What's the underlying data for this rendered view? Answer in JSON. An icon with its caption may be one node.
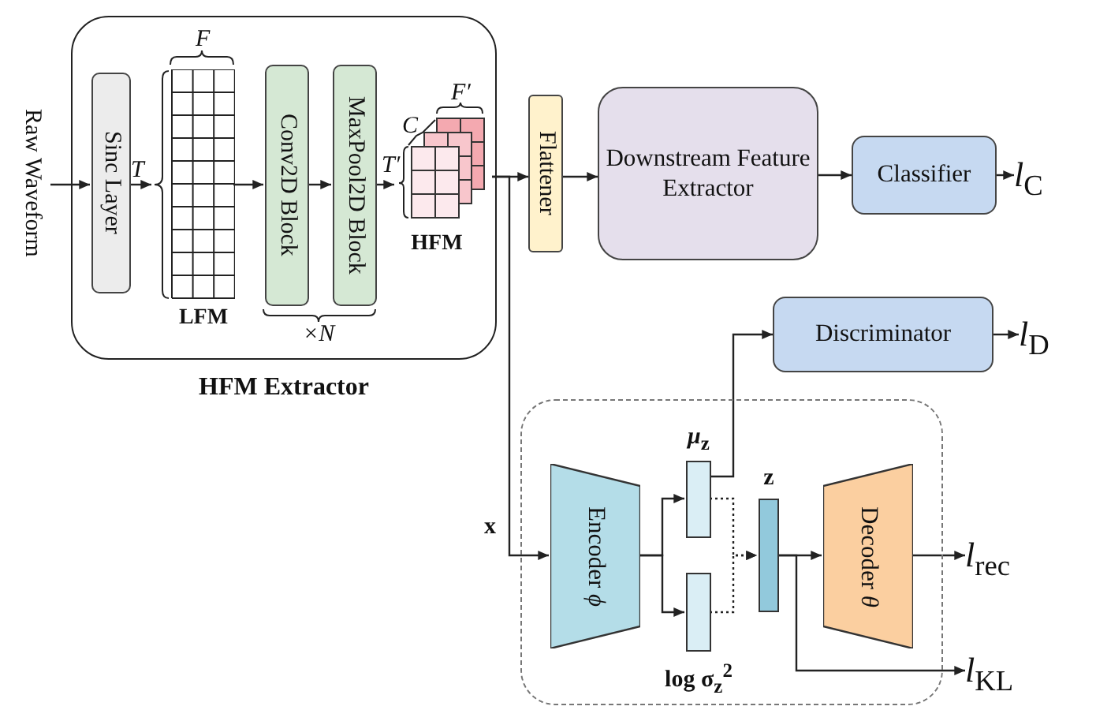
{
  "diagram": {
    "nodes": [
      {
        "text": [
          "HFM Extractor"
        ]
      },
      {
        "text": [
          "Raw Waveform"
        ]
      },
      {
        "text": [
          "Sinc Layer"
        ],
        "in": 0
      },
      {
        "text": [
          "LFM"
        ],
        "in": 0
      },
      {
        "text": [
          "Conv2D Block"
        ],
        "in": 0
      },
      {
        "text": [
          "MaxPool2D Block"
        ],
        "in": 0
      },
      {
        "text": [
          "HFM"
        ],
        "in": 0
      },
      {
        "text": [
          "Flattener"
        ]
      },
      {
        "text": [
          "Downstream Feature Extractor"
        ]
      },
      {
        "text": [
          "Classifier"
        ]
      },
      {
        "text": [
          "*l*$_{C}$"
        ]
      },
      {
        "text": [
          "Discriminator"
        ]
      },
      {
        "text": [
          "*l*$_{D}$"
        ]
      },
      {
        "text": [],
        "shape": "box"
      },
      {
        "text": [
          "Encoder *ϕ*"
        ],
        "in": 13
      },
      {
        "text": [
          "*μ*$_{z}$"
        ],
        "in": 13
      },
      {
        "text": [
          "log **σ**$_{z}$$^{2}$"
        ],
        "in": 13
      },
      {
        "text": [
          "z"
        ],
        "in": 13
      },
      {
        "text": [
          "Decoder *θ*"
        ],
        "in": 13
      },
      {
        "text": [
          "*l*$_{rec}$"
        ]
      },
      {
        "text": [
          "*l*$_{KL}$"
        ]
      }
    ],
    "edges": [
      {
        "from": 1,
        "to": 2,
        "arrow": "to"
      },
      {
        "from": 2,
        "to": 3,
        "arrow": "to"
      },
      {
        "from": 3,
        "to": 4,
        "arrow": "to"
      },
      {
        "from": 4,
        "to": 5,
        "arrow": "to"
      },
      {
        "from": 5,
        "to": 6,
        "arrow": "to"
      },
      {
        "from": 6,
        "to": 7,
        "arrow": "to"
      },
      {
        "from": 7,
        "to": 8,
        "arrow": "to"
      },
      {
        "from": 8,
        "to": 9,
        "arrow": "to"
      },
      {
        "from": 9,
        "to": 10,
        "arrow": "to"
      },
      {
        "from": 6,
        "to": 14,
        "arrow": "to",
        "label": "x"
      },
      {
        "from": 14,
        "to": 15,
        "arrow": "to"
      },
      {
        "from": 14,
        "to": 16,
        "arrow": "to"
      },
      {
        "from": 15,
        "to": 11,
        "arrow": "to"
      },
      {
        "from": 11,
        "to": 12,
        "arrow": "to"
      },
      {
        "from": 15,
        "to": 17,
        "arrow": "to",
        "style": "dashed"
      },
      {
        "from": 16,
        "to": 17,
        "arrow": "to",
        "style": "dashed"
      },
      {
        "from": 17,
        "to": 18,
        "arrow": "to"
      },
      {
        "from": 18,
        "to": 19,
        "arrow": "to"
      },
      {
        "from": 17,
        "to": 20,
        "arrow": "to"
      }
    ],
    "labels": [
      "F",
      "T",
      "×N",
      "C",
      "F′",
      "T′"
    ]
  }
}
